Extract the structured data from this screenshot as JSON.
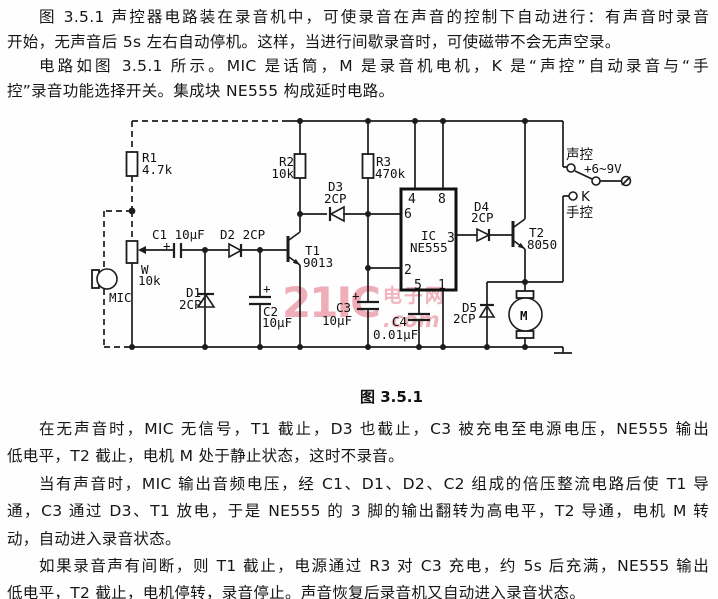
{
  "doc": {
    "top": [
      {
        "lines": [
          "图 3.5.1 声控器电路装在录音机中，可使录音在声音的控制下自动进行：有声音时录音",
          "开始，无声音后 5s 左右自动停机。这样，当进行间歇录音时，可使磁带不会无声空录。"
        ]
      },
      {
        "lines": [
          "电路如图 3.5.1 所示。MIC 是话筒，M 是录音机电机，K 是“声控”自动录音与“手",
          "控”录音功能选择开关。集成块 NE555 构成延时电路。"
        ]
      }
    ],
    "figure_caption": "图 3.5.1",
    "bottom": [
      {
        "lines": [
          "在无声音时，MIC 无信号，T1 截止，D3 也截止，C3 被充电至电源电压，NE555 输出",
          "低电平，T2 截止，电机 M 处于静止状态，这时不录音。"
        ]
      },
      {
        "lines": [
          "当有声音时，MIC 输出音频电压，经 C1、D1、D2、C2 组成的倍压整流电路后使 T1 导",
          "通，C3 通过 D3、T1 放电，于是 NE555 的 3 脚的输出翻转为高电平，T2 导通，电机 M 转",
          "动，自动进入录音状态。"
        ]
      },
      {
        "lines": [
          "如果录音声有间断，则 T1 截止，电源通过 R3 对 C3 充电，约 5s 后充满，NE555 输出",
          "低电平，T2 截止，电机停转，录音停止。声音恢复后录音机又自动进入录音状态。"
        ]
      }
    ]
  },
  "circuit": {
    "labels": {
      "r1": "R1",
      "r1_val": "4.7k",
      "r2": "R2",
      "r2_val": "10k",
      "r3": "R3",
      "r3_val": "470k",
      "w": "W",
      "w_val": "10k",
      "mic": "MIC",
      "c1": "C1 10μF",
      "c1_plus": "+",
      "d1": "D1",
      "d1_val": "2CP",
      "d2": "D2 2CP",
      "c2": "C2",
      "c2_val": "10μF",
      "c2_plus": "+",
      "t1": "T1",
      "t1_val": "9013",
      "d3": "D3",
      "d3_val": "2CP",
      "ic1": "IC",
      "ic2": "NE555",
      "c3": "C3",
      "c3_val": "10μF",
      "c3_plus": "+",
      "c4": "C4",
      "c4_val": "0.01μF",
      "d4": "D4",
      "d4_val": "2CP",
      "t2": "T2",
      "t2_val": "8050",
      "d5": "D5",
      "d5_val": "2CP",
      "motor": "M",
      "sw_voice": "声控",
      "sw_manual": "手控",
      "sw_k": "K",
      "supply": "+6~9V"
    },
    "pins": {
      "p1": "1",
      "p2": "2",
      "p3": "3",
      "p4": "4",
      "p5": "5",
      "p6": "6",
      "p8": "8"
    },
    "watermark": {
      "big": "21IC",
      "cjk": "电子网",
      "dot": ".com"
    }
  },
  "colors": {
    "paper": "#fefefe",
    "ink": "#1c1c1c",
    "watermark_pink": "#e1697d"
  }
}
